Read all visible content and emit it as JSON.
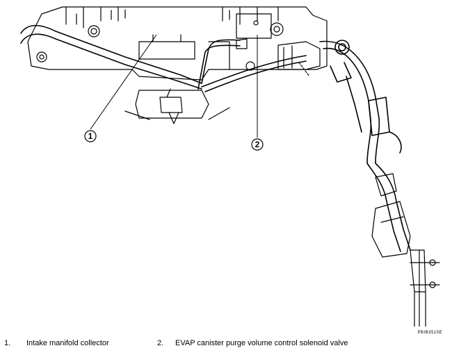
{
  "figure_code": "PBIB3515E",
  "callouts": [
    {
      "number": "1"
    },
    {
      "number": "2"
    }
  ],
  "legend": [
    {
      "number": "1.",
      "text": "Intake manifold collector"
    },
    {
      "number": "2.",
      "text": "EVAP canister purge volume control solenoid valve"
    }
  ]
}
